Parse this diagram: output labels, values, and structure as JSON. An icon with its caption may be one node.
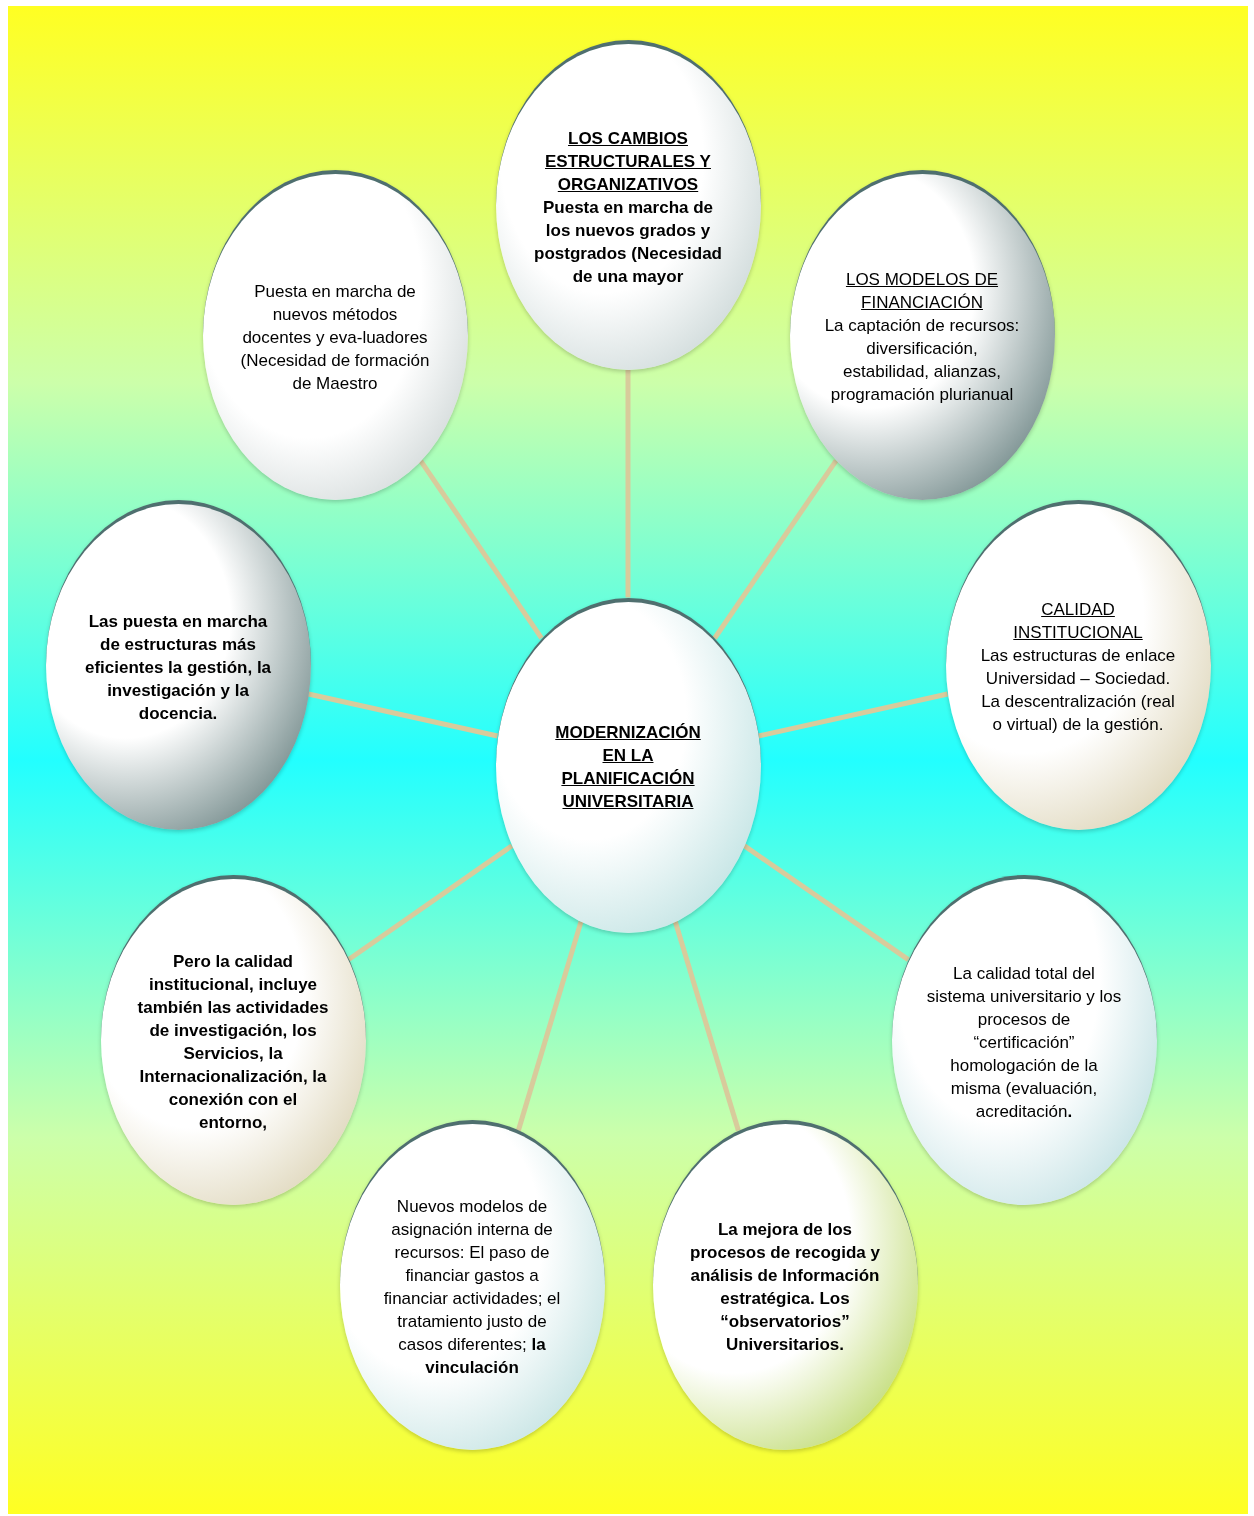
{
  "diagram": {
    "nodes": [
      {
        "text": [
          "MODERNIZACIÓN EN LA PLANIFICACIÓN UNIVERSITARIA"
        ]
      },
      {
        "text": [
          "LOS CAMBIOS ESTRUCTURALES Y ORGANIZATIVOS",
          "Puesta en marcha de los nuevos grados y postgrados (Necesidad de una mayor"
        ]
      },
      {
        "text": [
          "LOS MODELOS DE FINANCIACIÓN",
          "La captación de recursos: diversificación, estabilidad, alianzas, programación plurianual"
        ]
      },
      {
        "text": [
          "CALIDAD INSTITUCIONAL",
          "Las estructuras de enlace Universidad – Sociedad.",
          "La descentralización (real o virtual) de la gestión."
        ]
      },
      {
        "text": [
          "La calidad total del sistema universitario y los procesos de “certificación” homologación de la misma (evaluación, acreditación**.**"
        ]
      },
      {
        "text": [
          "La mejora de los procesos de recogida y análisis de Información estratégica. Los “observatorios” Universitarios."
        ]
      },
      {
        "text": [
          "Nuevos modelos de asignación interna de recursos: El paso de financiar gastos a financiar actividades; el tratamiento justo de casos diferentes; **la vinculación**"
        ]
      },
      {
        "text": [
          "Pero la calidad institucional, incluye también las actividades de investigación, los Servicios, la Internacionalización, la conexión con el entorno,"
        ]
      },
      {
        "text": [
          "Las puesta en marcha de estructuras más eficientes la gestión, la investigación y la docencia."
        ]
      },
      {
        "text": [
          "Puesta en marcha de nuevos métodos docentes y eva-luadores (Necesidad de formación de Maestro"
        ]
      }
    ],
    "edges": [
      {
        "from": 0,
        "to": 1,
        "arrow": "none"
      },
      {
        "from": 0,
        "to": 2,
        "arrow": "none"
      },
      {
        "from": 0,
        "to": 3,
        "arrow": "none"
      },
      {
        "from": 0,
        "to": 4,
        "arrow": "none"
      },
      {
        "from": 0,
        "to": 5,
        "arrow": "none"
      },
      {
        "from": 0,
        "to": 6,
        "arrow": "none"
      },
      {
        "from": 0,
        "to": 7,
        "arrow": "none"
      },
      {
        "from": 0,
        "to": 8,
        "arrow": "none"
      },
      {
        "from": 0,
        "to": 9,
        "arrow": "none"
      }
    ]
  }
}
